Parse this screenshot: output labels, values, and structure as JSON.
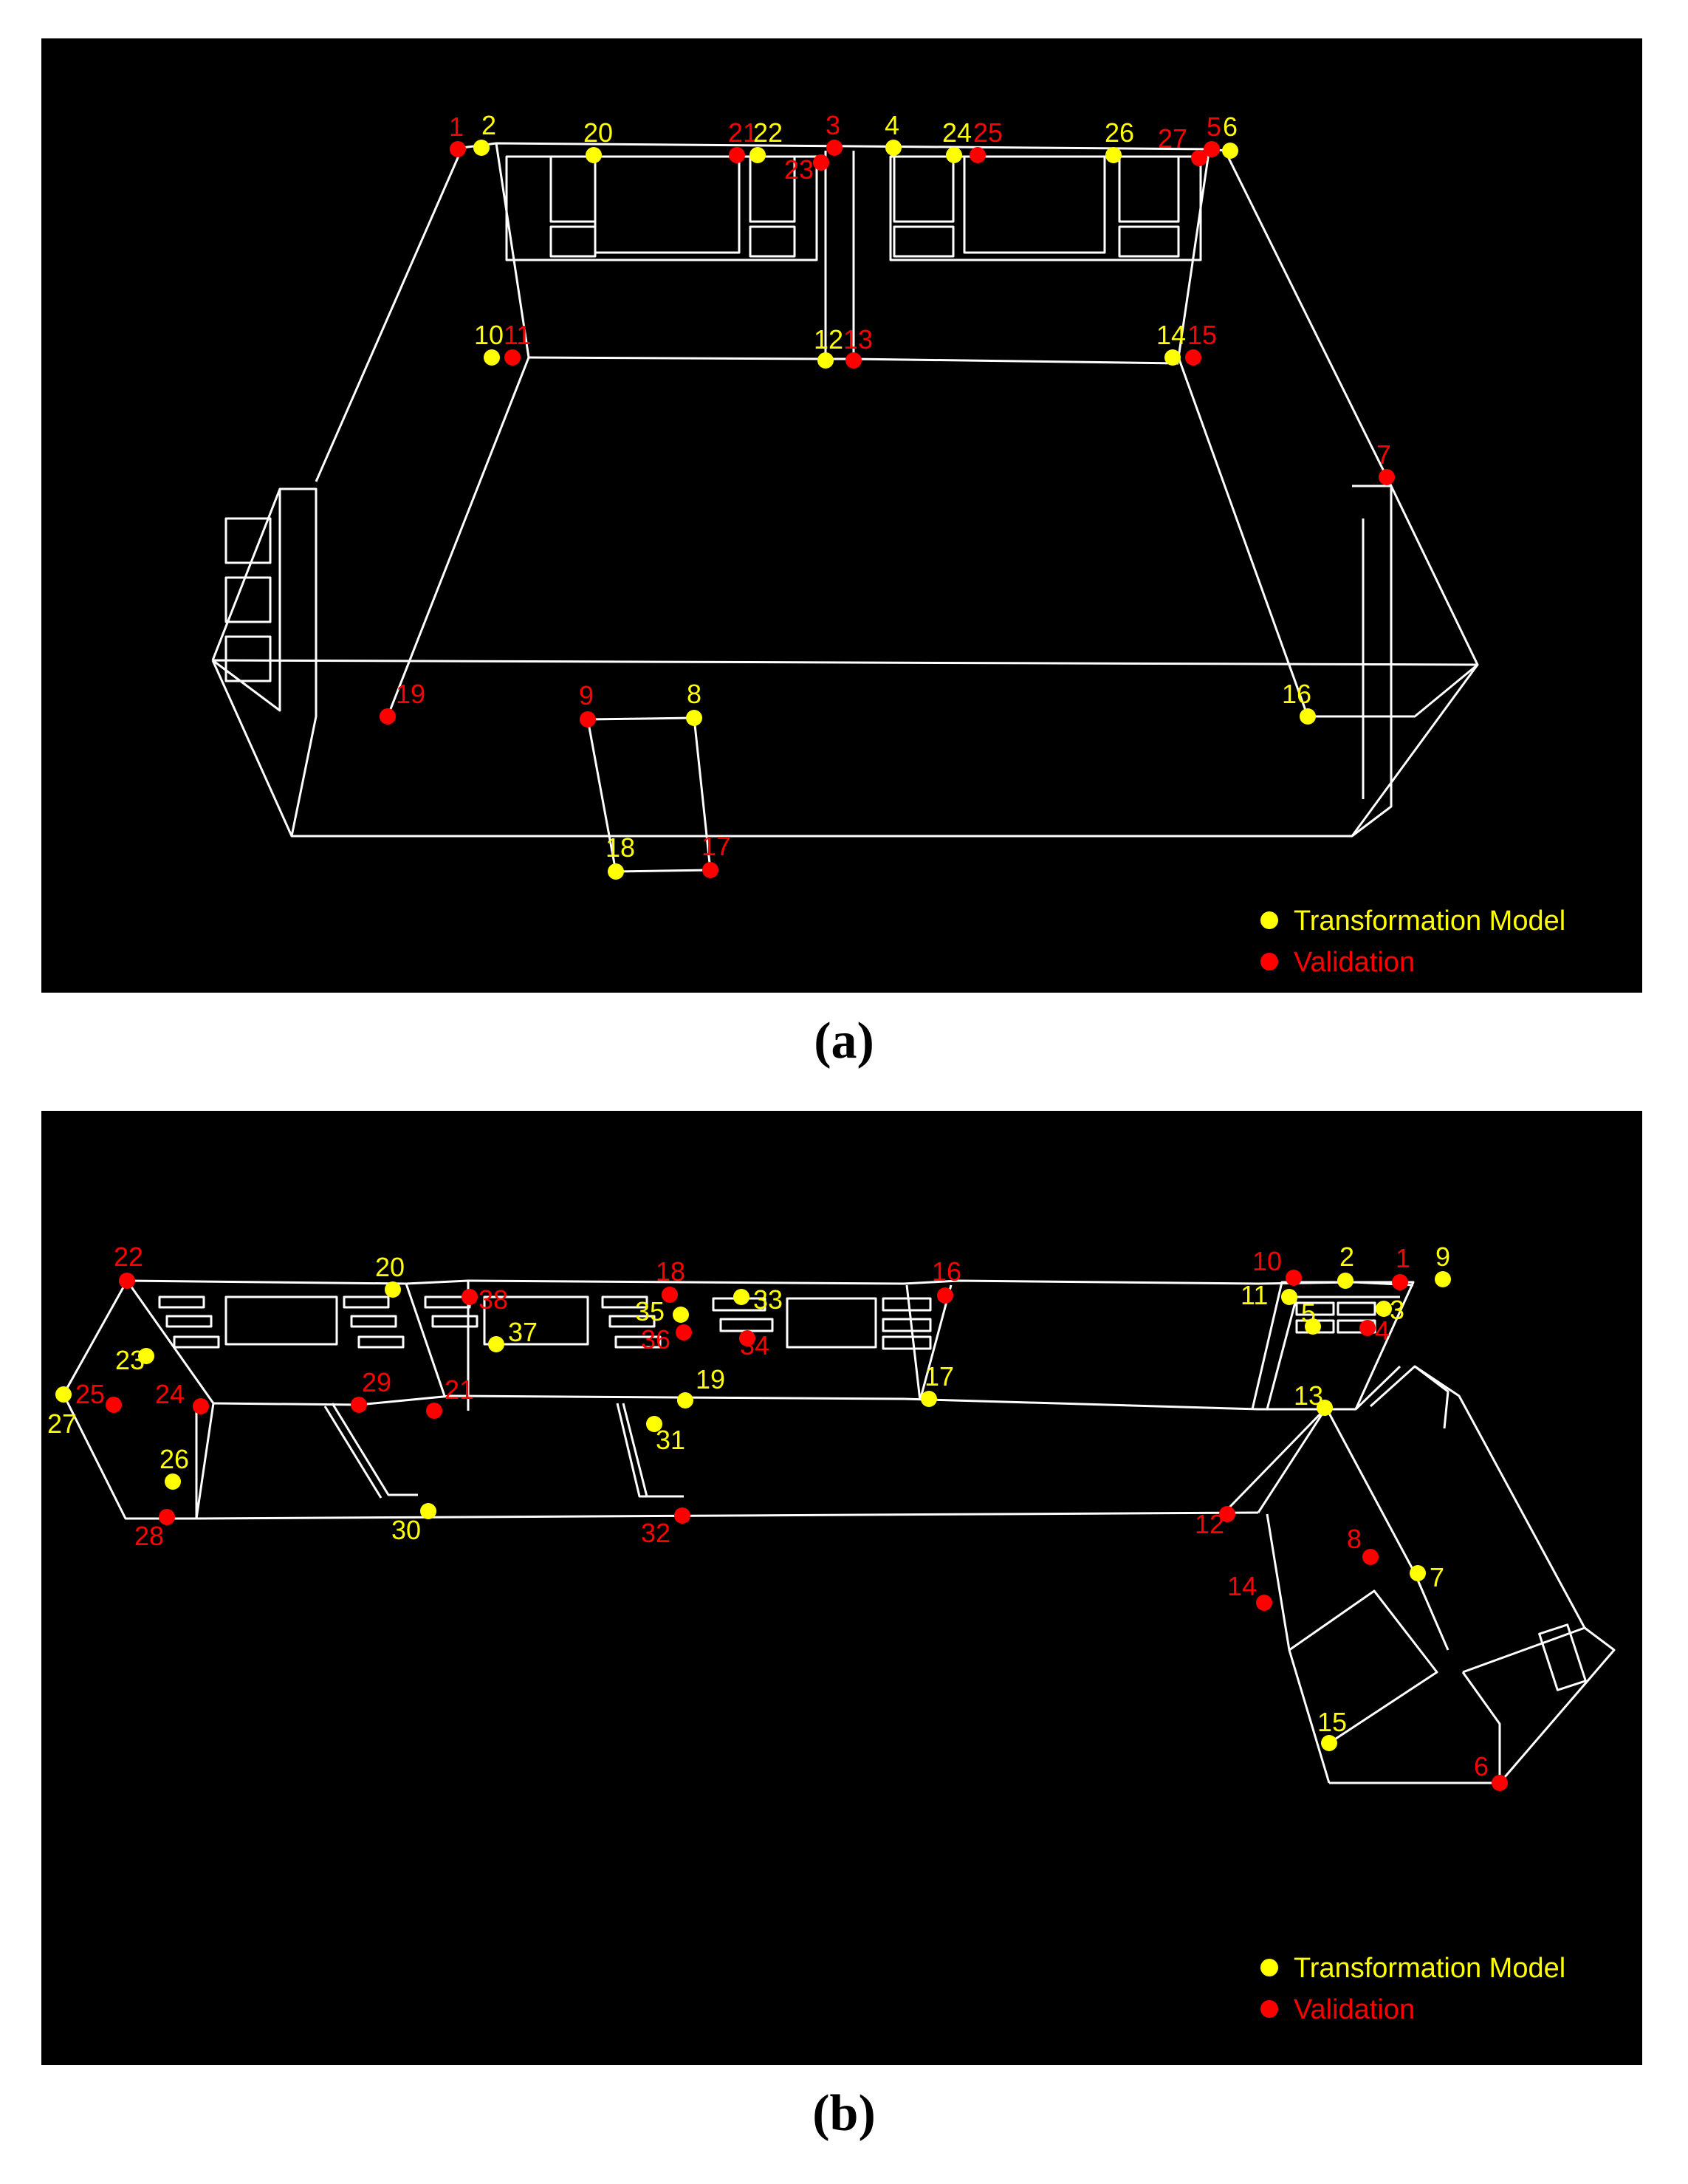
{
  "colors": {
    "transformation": "#ffff00",
    "validation": "#ff0000",
    "wire": "#ffffff",
    "background": "#000000"
  },
  "legend": {
    "transformation_label": "Transformation Model",
    "validation_label": "Validation"
  },
  "panels": [
    {
      "caption": "(a)",
      "points": [
        {
          "n": "1",
          "t": "v"
        },
        {
          "n": "2",
          "t": "t"
        },
        {
          "n": "3",
          "t": "v"
        },
        {
          "n": "4",
          "t": "t"
        },
        {
          "n": "5",
          "t": "v"
        },
        {
          "n": "6",
          "t": "t"
        },
        {
          "n": "7",
          "t": "v"
        },
        {
          "n": "8",
          "t": "t"
        },
        {
          "n": "9",
          "t": "v"
        },
        {
          "n": "10",
          "t": "t"
        },
        {
          "n": "11",
          "t": "v"
        },
        {
          "n": "12",
          "t": "t"
        },
        {
          "n": "13",
          "t": "v"
        },
        {
          "n": "14",
          "t": "t"
        },
        {
          "n": "15",
          "t": "v"
        },
        {
          "n": "16",
          "t": "t"
        },
        {
          "n": "17",
          "t": "v"
        },
        {
          "n": "18",
          "t": "t"
        },
        {
          "n": "19",
          "t": "v"
        },
        {
          "n": "20",
          "t": "t"
        },
        {
          "n": "21",
          "t": "v"
        },
        {
          "n": "22",
          "t": "t"
        },
        {
          "n": "23",
          "t": "v"
        },
        {
          "n": "24",
          "t": "t"
        },
        {
          "n": "25",
          "t": "v"
        },
        {
          "n": "26",
          "t": "t"
        },
        {
          "n": "27",
          "t": "v"
        }
      ]
    },
    {
      "caption": "(b)",
      "points": [
        {
          "n": "1",
          "t": "v"
        },
        {
          "n": "2",
          "t": "t"
        },
        {
          "n": "3",
          "t": "t"
        },
        {
          "n": "4",
          "t": "v"
        },
        {
          "n": "5",
          "t": "t"
        },
        {
          "n": "6",
          "t": "v"
        },
        {
          "n": "7",
          "t": "t"
        },
        {
          "n": "8",
          "t": "v"
        },
        {
          "n": "9",
          "t": "t"
        },
        {
          "n": "10",
          "t": "v"
        },
        {
          "n": "11",
          "t": "t"
        },
        {
          "n": "12",
          "t": "v"
        },
        {
          "n": "13",
          "t": "t"
        },
        {
          "n": "14",
          "t": "v"
        },
        {
          "n": "15",
          "t": "t"
        },
        {
          "n": "16",
          "t": "v"
        },
        {
          "n": "17",
          "t": "t"
        },
        {
          "n": "18",
          "t": "v"
        },
        {
          "n": "19",
          "t": "t"
        },
        {
          "n": "20",
          "t": "t"
        },
        {
          "n": "21",
          "t": "v"
        },
        {
          "n": "22",
          "t": "v"
        },
        {
          "n": "23",
          "t": "t"
        },
        {
          "n": "24",
          "t": "v"
        },
        {
          "n": "25",
          "t": "v"
        },
        {
          "n": "26",
          "t": "t"
        },
        {
          "n": "27",
          "t": "t"
        },
        {
          "n": "28",
          "t": "v"
        },
        {
          "n": "29",
          "t": "v"
        },
        {
          "n": "30",
          "t": "t"
        },
        {
          "n": "31",
          "t": "t"
        },
        {
          "n": "32",
          "t": "v"
        },
        {
          "n": "33",
          "t": "t"
        },
        {
          "n": "34",
          "t": "v"
        },
        {
          "n": "35",
          "t": "t"
        },
        {
          "n": "36",
          "t": "v"
        },
        {
          "n": "37",
          "t": "t"
        },
        {
          "n": "38",
          "t": "v"
        }
      ]
    }
  ]
}
